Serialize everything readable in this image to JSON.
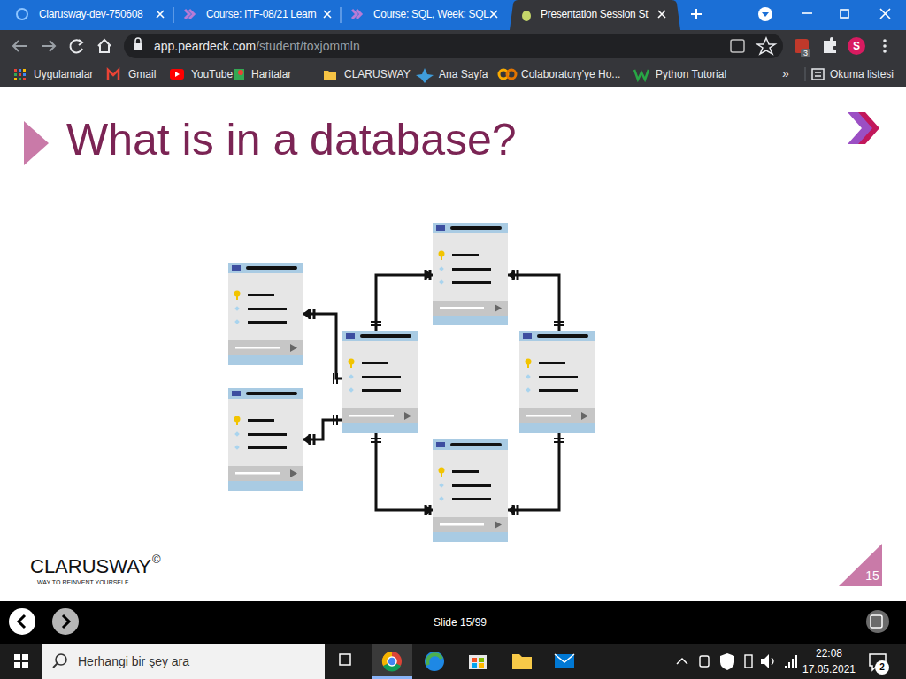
{
  "diagram": {
    "title": "What is in a database?",
    "labels": [
      "Clarusway-dev-750608",
      "Course: ITF-08/21 Learn",
      "Course: SQL, Week: SQL",
      "Presentation Session St",
      "app.peardeck.com",
      "/student/toxjommln",
      "Uygulamalar",
      "Gmail",
      "YouTube",
      "Haritalar",
      "CLARUSWAY",
      "Ana Sayfa",
      "Colaboratory'ye Ho...",
      "Python Tutorial",
      "»",
      "Okuma listesi",
      "3",
      "S",
      "CLARUSWAY",
      "©",
      "WAY TO REINVENT YOURSELF",
      "15",
      "Slide 15/99",
      "Herhangi bir şey ara",
      "22:08",
      "17.05.2021",
      "2"
    ]
  }
}
